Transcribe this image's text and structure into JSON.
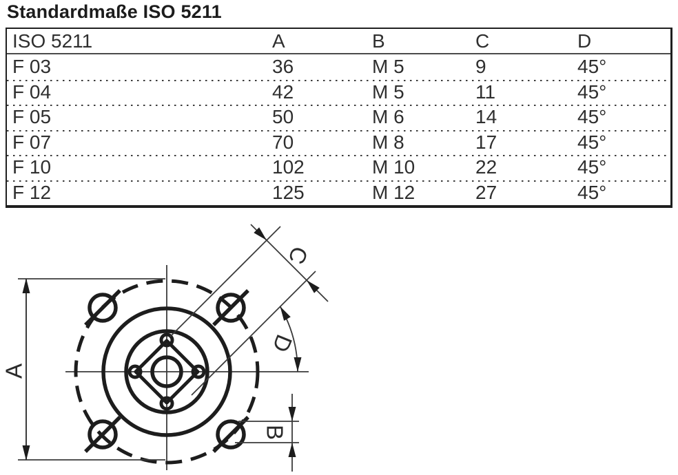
{
  "title": "Standardmaße ISO 5211",
  "table": {
    "headers": [
      "ISO 5211",
      "A",
      "B",
      "C",
      "D"
    ],
    "rows": [
      [
        "F 03",
        "36",
        "M 5",
        "9",
        "45°"
      ],
      [
        "F 04",
        "42",
        "M 5",
        "11",
        "45°"
      ],
      [
        "F 05",
        "50",
        "M 6",
        "14",
        "45°"
      ],
      [
        "F 07",
        "70",
        "M 8",
        "17",
        "45°"
      ],
      [
        "F 10",
        "102",
        "M 10",
        "22",
        "45°"
      ],
      [
        "F 12",
        "125",
        "M 12",
        "27",
        "45°"
      ]
    ]
  },
  "drawing": {
    "dim_labels": {
      "A": "A",
      "B": "B",
      "C": "C",
      "D": "D"
    }
  },
  "colors": {
    "ink": "#2b2b2b",
    "thick_line": "#1d1d1d",
    "thin_line": "#3a3a3a",
    "background": "#ffffff"
  }
}
